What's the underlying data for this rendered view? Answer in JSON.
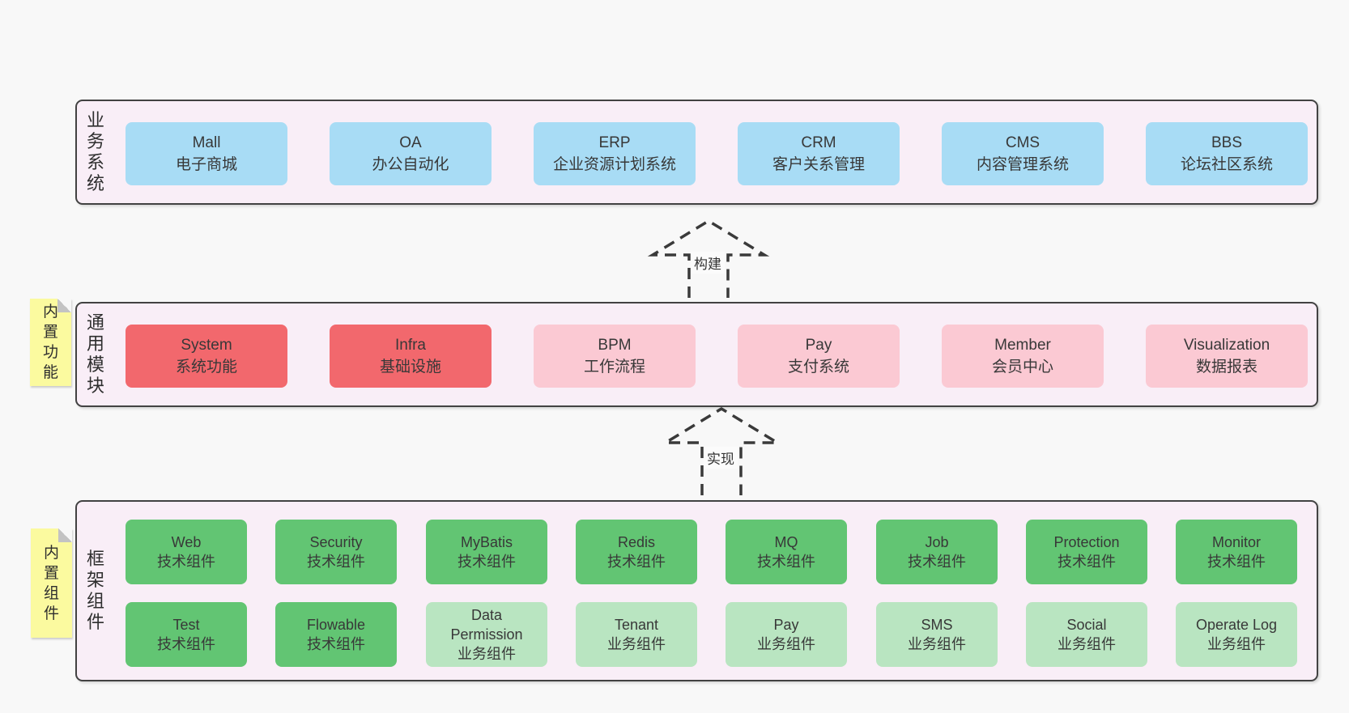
{
  "palette": {
    "page_bg": "#f8f8f8",
    "band_bg": "#f9eef7",
    "band_border": "#424242",
    "blue": "#a8dcf5",
    "red": "#f2686d",
    "pink": "#fbc9d3",
    "green": "#62c573",
    "lightgreen": "#b9e5c1",
    "sticky_yellow": "#fbfa9f",
    "sticky_fold_gray": "#c3c3c3",
    "arrow_stroke": "#3a3a3a",
    "text": "#3a3a3a"
  },
  "bands": [
    {
      "label": "业务系统",
      "boxes": [
        {
          "en": "Mall",
          "zh": "电子商城",
          "variant": "blue"
        },
        {
          "en": "OA",
          "zh": "办公自动化",
          "variant": "blue"
        },
        {
          "en": "ERP",
          "zh": "企业资源计划系统",
          "variant": "blue"
        },
        {
          "en": "CRM",
          "zh": "客户关系管理",
          "variant": "blue"
        },
        {
          "en": "CMS",
          "zh": "内容管理系统",
          "variant": "blue"
        },
        {
          "en": "BBS",
          "zh": "论坛社区系统",
          "variant": "blue"
        }
      ]
    },
    {
      "label": "通用模块",
      "sticky": "内置功能",
      "boxes": [
        {
          "en": "System",
          "zh": "系统功能",
          "variant": "red"
        },
        {
          "en": "Infra",
          "zh": "基础设施",
          "variant": "red"
        },
        {
          "en": "BPM",
          "zh": "工作流程",
          "variant": "pink"
        },
        {
          "en": "Pay",
          "zh": "支付系统",
          "variant": "pink"
        },
        {
          "en": "Member",
          "zh": "会员中心",
          "variant": "pink"
        },
        {
          "en": "Visualization",
          "zh": "数据报表",
          "variant": "pink"
        }
      ]
    },
    {
      "label": "框架组件",
      "sticky": "内置组件",
      "rows": [
        [
          {
            "en": "Web",
            "zh": "技术组件",
            "variant": "green"
          },
          {
            "en": "Security",
            "zh": "技术组件",
            "variant": "green"
          },
          {
            "en": "MyBatis",
            "zh": "技术组件",
            "variant": "green"
          },
          {
            "en": "Redis",
            "zh": "技术组件",
            "variant": "green"
          },
          {
            "en": "MQ",
            "zh": "技术组件",
            "variant": "green"
          },
          {
            "en": "Job",
            "zh": "技术组件",
            "variant": "green"
          },
          {
            "en": "Protection",
            "zh": "技术组件",
            "variant": "green"
          },
          {
            "en": "Monitor",
            "zh": "技术组件",
            "variant": "green"
          }
        ],
        [
          {
            "en": "Test",
            "zh": "技术组件",
            "variant": "green"
          },
          {
            "en": "Flowable",
            "zh": "技术组件",
            "variant": "green"
          },
          {
            "en": "Data Permission",
            "zh": "业务组件",
            "variant": "lightgreen"
          },
          {
            "en": "Tenant",
            "zh": "业务组件",
            "variant": "lightgreen"
          },
          {
            "en": "Pay",
            "zh": "业务组件",
            "variant": "lightgreen"
          },
          {
            "en": "SMS",
            "zh": "业务组件",
            "variant": "lightgreen"
          },
          {
            "en": "Social",
            "zh": "业务组件",
            "variant": "lightgreen"
          },
          {
            "en": "Operate Log",
            "zh": "业务组件",
            "variant": "lightgreen"
          }
        ]
      ]
    }
  ],
  "arrows": [
    {
      "label": "构建"
    },
    {
      "label": "实现"
    }
  ]
}
